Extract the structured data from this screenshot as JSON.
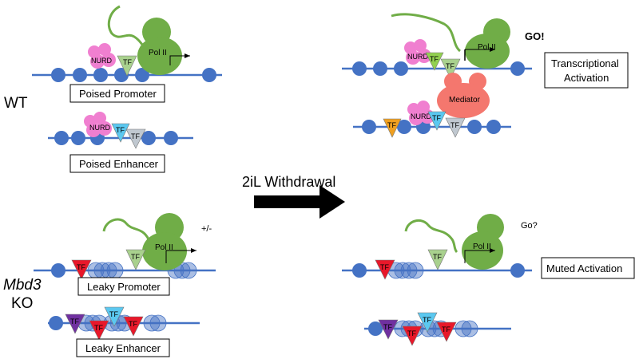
{
  "labels": {
    "wt": "WT",
    "ko_gene": "Mbd3",
    "ko_suffix": "KO",
    "withdrawal": "2iL Withdrawal",
    "go": "GO!",
    "go_question": "Go?",
    "plus_minus": "+/-"
  },
  "boxes": {
    "poised_promoter": "Poised Promoter",
    "poised_enhancer": "Poised Enhancer",
    "leaky_promoter": "Leaky Promoter",
    "leaky_enhancer": "Leaky Enhancer",
    "transcriptional_activation_1": "Transcriptional",
    "transcriptional_activation_2": "Activation",
    "muted_activation": "Muted Activation"
  },
  "factors": {
    "nurd": "NURD",
    "tf": "TF",
    "pol2": "Pol II",
    "mediator": "Mediator"
  },
  "colors": {
    "dna": "#4472c4",
    "nucleosome": "#4472c4",
    "pol2": "#70ad47",
    "nurd": "#f07fd0",
    "mediator": "#f4776e",
    "tf_sage": "#a9d18e",
    "tf_lime": "#92d050",
    "tf_cyan": "#5bc8f0",
    "tf_grey": "#c0c8d0",
    "tf_red": "#e8182a",
    "tf_orange": "#f0a020",
    "tf_purple": "#7030a0"
  }
}
